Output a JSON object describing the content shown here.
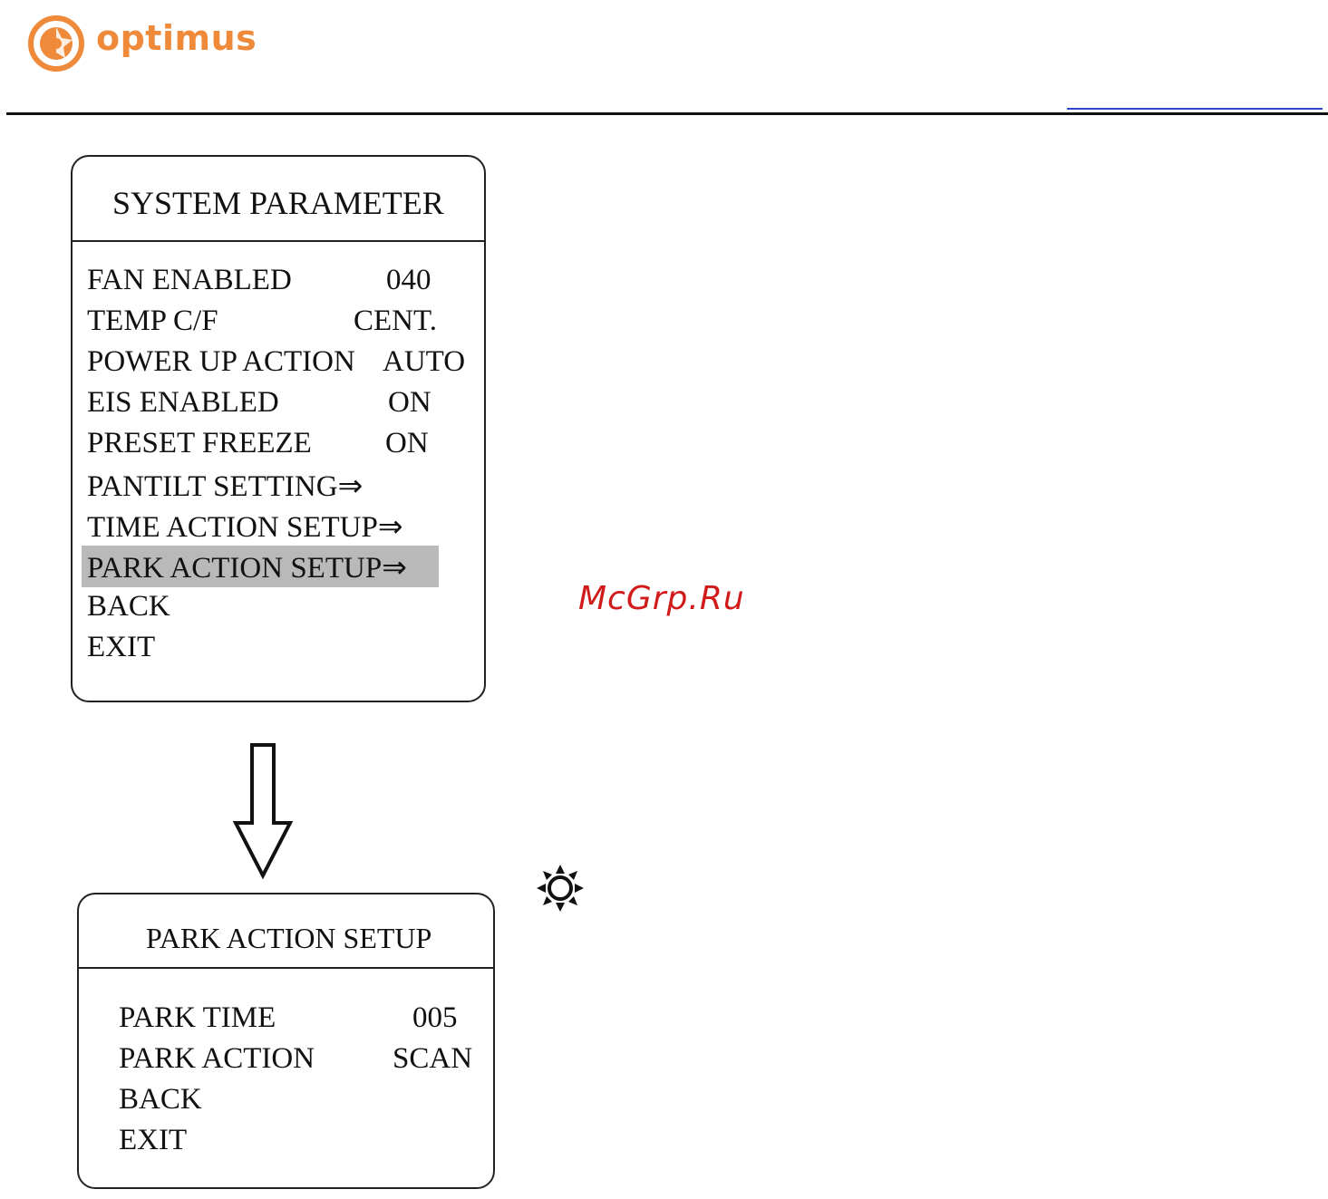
{
  "header": {
    "brand": "optimus",
    "brand_color": "#ef8a3a"
  },
  "system_parameter_menu": {
    "title": "SYSTEM PARAMETER",
    "items": [
      {
        "label": "FAN  ENABLED",
        "value": "040"
      },
      {
        "label": "TEMP C/F",
        "value": "CENT."
      },
      {
        "label": "POWER UP ACTION",
        "value": "AUTO"
      },
      {
        "label": "EIS ENABLED",
        "value": "ON"
      },
      {
        "label": "PRESET FREEZE",
        "value": "ON"
      },
      {
        "label": "PANTILT SETTING",
        "value": "⇒"
      },
      {
        "label": "TIME ACTION SETUP",
        "value": "⇒"
      },
      {
        "label": "PARK ACTION SETUP",
        "value": "⇒",
        "selected": true
      },
      {
        "label": "BACK",
        "value": ""
      },
      {
        "label": "EXIT",
        "value": ""
      }
    ],
    "highlight_color": "#b9b9b9"
  },
  "flow_arrow_icon": "down-outline-arrow-icon",
  "park_action_menu": {
    "title": "PARK ACTION SETUP",
    "items": [
      {
        "label": "PARK  TIME",
        "value": "005"
      },
      {
        "label": "PARK  ACTION",
        "value": "SCAN"
      },
      {
        "label": "BACK",
        "value": ""
      },
      {
        "label": "EXIT",
        "value": ""
      }
    ]
  },
  "note_icon": "sun-icon",
  "watermark": "McGrp.Ru",
  "watermark_color": "#d11a1a"
}
